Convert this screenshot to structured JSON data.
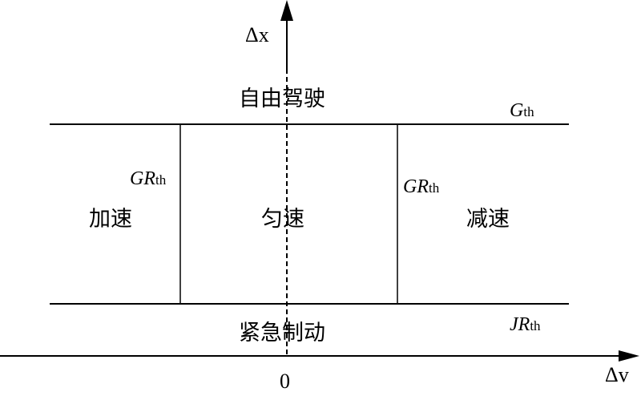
{
  "axes": {
    "y_label": "Δx",
    "x_label": "Δv",
    "origin": "0"
  },
  "regions": {
    "free_driving": "自由驾驶",
    "accelerate": "加速",
    "constant_speed": "匀速",
    "decelerate": "减速",
    "emergency_braking": "紧急制动"
  },
  "thresholds": {
    "g": {
      "main": "G",
      "sub": "th"
    },
    "gr_left": {
      "main": "GR",
      "sub": "th"
    },
    "gr_right": {
      "main": "GR",
      "sub": "th"
    },
    "jr": {
      "main": "JR",
      "sub": "th"
    }
  }
}
